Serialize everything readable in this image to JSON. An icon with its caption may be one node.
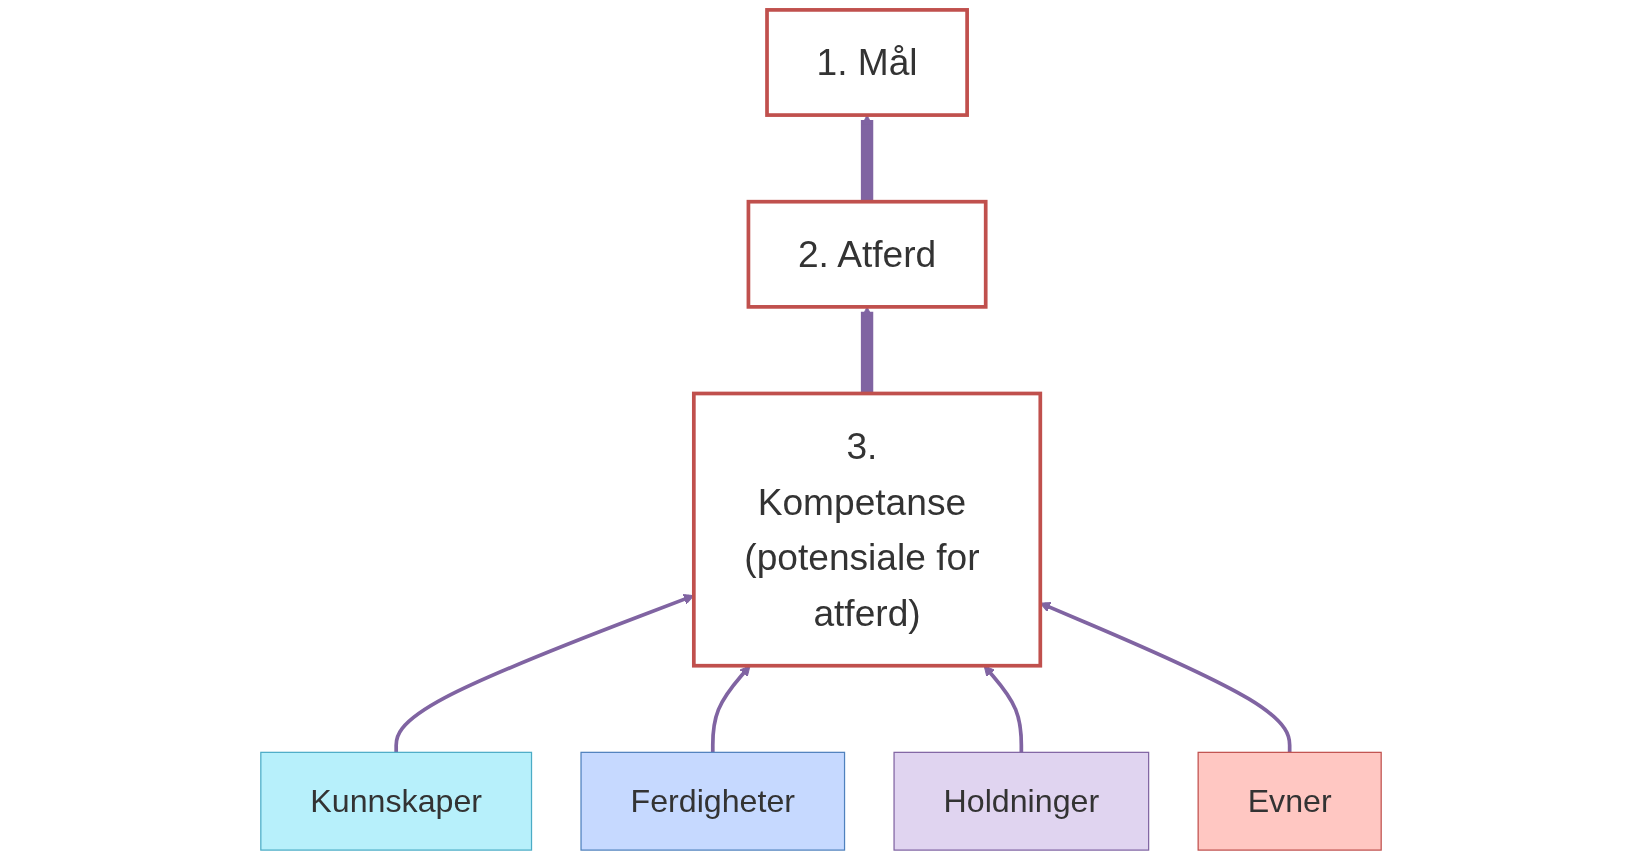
{
  "diagram": {
    "nodes": [
      {
        "text": [
          "1. Mål"
        ]
      },
      {
        "text": [
          "2. Atferd"
        ]
      },
      {
        "text": [
          "3. Kompetanse (potensiale for atferd)"
        ]
      },
      {
        "text": [
          "Kunnskaper"
        ]
      },
      {
        "text": [
          "Ferdigheter"
        ]
      },
      {
        "text": [
          "Holdninger"
        ]
      },
      {
        "text": [
          "Evner"
        ]
      }
    ],
    "edges": [
      {
        "from": 1,
        "to": 0,
        "arrow": "to",
        "style": "thick"
      },
      {
        "from": 2,
        "to": 1,
        "arrow": "to",
        "style": "thick"
      },
      {
        "from": 3,
        "to": 2,
        "arrow": "to"
      },
      {
        "from": 4,
        "to": 2,
        "arrow": "to"
      },
      {
        "from": 5,
        "to": 2,
        "arrow": "to"
      },
      {
        "from": 6,
        "to": 2,
        "arrow": "to"
      }
    ]
  }
}
